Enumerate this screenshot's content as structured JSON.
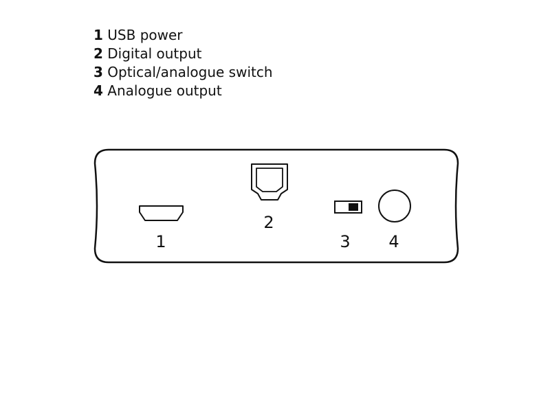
{
  "legend": [
    {
      "number": "1",
      "label": "USB power"
    },
    {
      "number": "2",
      "label": "Digital output"
    },
    {
      "number": "3",
      "label": "Optical/analogue switch"
    },
    {
      "number": "4",
      "label": "Analogue output"
    }
  ],
  "panel": {
    "port_usb_number": "1",
    "port_optical_number": "2",
    "switch_number": "3",
    "port_analogue_number": "4"
  }
}
